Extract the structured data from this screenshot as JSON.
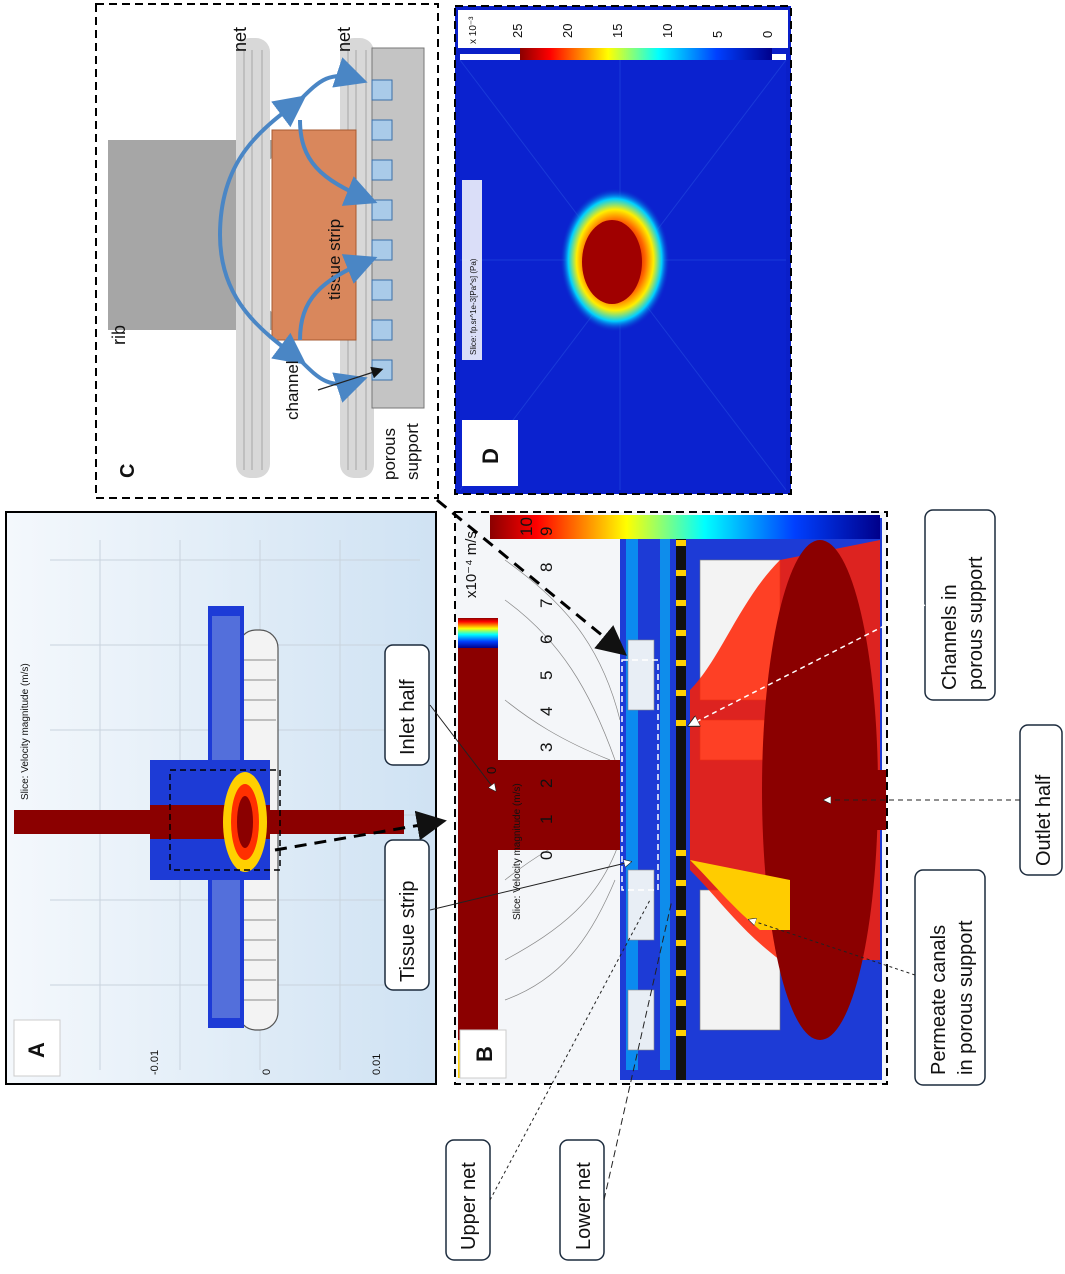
{
  "figure": {
    "panels": {
      "A": {
        "letter": "A",
        "slice_title": "Slice: Velocity magnitude (m/s)",
        "axis_ticks": [
          "-0.01",
          "0",
          "0.01"
        ]
      },
      "B": {
        "letter": "B",
        "slice_title": "Slice: Velocity magnitude (m/s)",
        "colorbar_unit": "x10⁻⁴ m/s",
        "colorbar_ticks": [
          "0",
          "1",
          "2",
          "3",
          "4",
          "5",
          "6",
          "7",
          "8",
          "9",
          "10"
        ]
      },
      "C": {
        "letter": "C",
        "labels": {
          "rib": "rib",
          "net_upper": "net",
          "net_lower": "net",
          "tissue_strip": "tissue strip",
          "channel": "channel",
          "porous_support_line1": "porous",
          "porous_support_line2": "support"
        }
      },
      "D": {
        "letter": "D",
        "slice_title": "Slice: fp.sr^1e-3[Pa^s] (Pa)",
        "colorbar_exponent": "x 10⁻³",
        "colorbar_ticks": [
          "0",
          "5",
          "10",
          "15",
          "20",
          "25"
        ]
      }
    },
    "callouts": {
      "inlet_half": "Inlet half",
      "tissue_strip": "Tissue strip",
      "upper_net": "Upper net",
      "lower_net": "Lower net",
      "permeate_line1": "Permeate canals",
      "permeate_line2": "in porous support",
      "channels_line1": "Channels in",
      "channels_line2": "porous support",
      "outlet_half": "Outlet half"
    }
  }
}
